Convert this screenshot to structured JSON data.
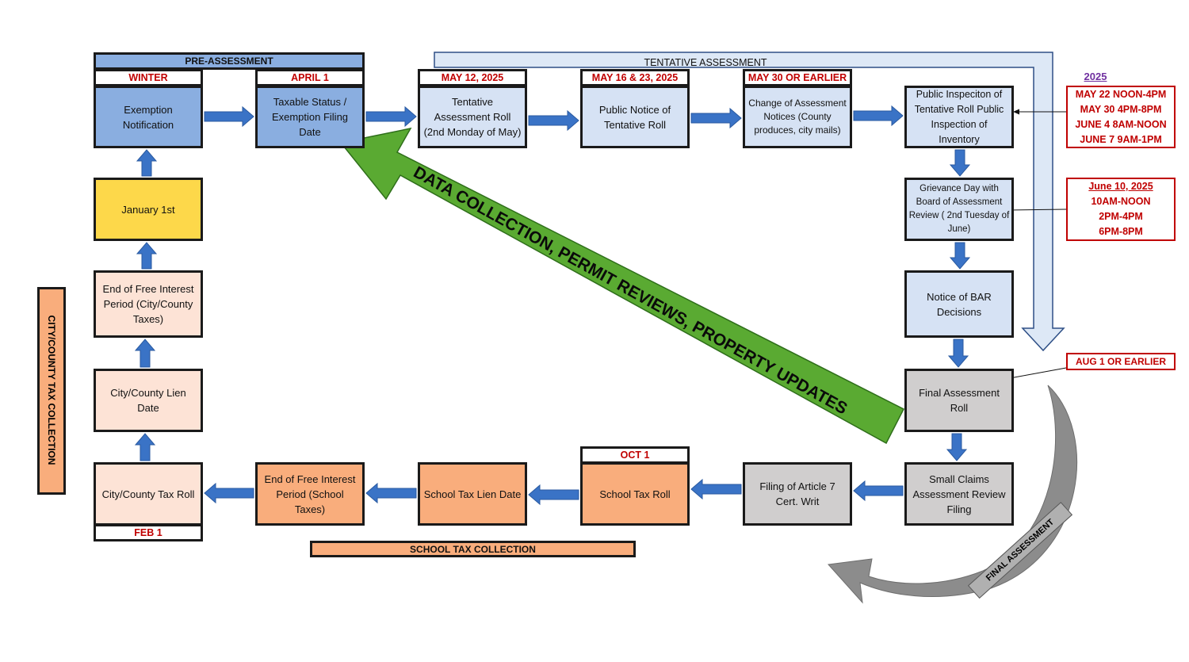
{
  "bands": {
    "pre_assessment": "PRE-ASSESSMENT",
    "tentative_assessment": "TENTATIVE ASSESSMENT",
    "school_tax_collection": "SCHOOL TAX COLLECTION",
    "city_county_tax_collection": "CITY/COUNTY TAX COLLECTION",
    "final_assessment": "FINAL ASSESSMENT",
    "data_collection": "DATA COLLECTION, PERMIT REVIEWS, PROPERTY UPDATES"
  },
  "date_labels": {
    "winter": "WINTER",
    "april1": "APRIL 1",
    "may12": "MAY 12, 2025",
    "may16": "MAY 16 & 23, 2025",
    "may30": "MAY 30 OR EARLIER",
    "oct1": "OCT 1",
    "feb1": "FEB 1",
    "aug1": "AUG 1 OR EARLIER"
  },
  "steps": {
    "exemption_notification": "Exemption Notification",
    "taxable_status": "Taxable Status / Exemption Filing Date",
    "tentative_roll": "Tentative Assessment Roll (2nd Monday of May)",
    "public_notice": "Public Notice of Tentative Roll",
    "change_notices": "Change of Assessment Notices (County produces, city mails)",
    "public_inspection": "Public Inspeciton of Tentative Roll Public Inspection of Inventory",
    "grievance_day": "Grievance Day with Board of Assessment Review ( 2nd Tuesday of June)",
    "bar_decisions": "Notice of BAR Decisions",
    "final_roll": "Final Assessment Roll",
    "small_claims": "Small Claims Assessment Review Filing",
    "article7": "Filing of Article 7 Cert. Writ",
    "school_tax_roll": "School Tax Roll",
    "school_lien": "School Tax Lien Date",
    "free_interest_school": "End of Free Interest Period (School Taxes)",
    "city_tax_roll": "City/County Tax Roll",
    "city_lien": "City/County Lien Date",
    "free_interest_city": "End of Free Interest Period (City/County Taxes)",
    "january1": "January 1st"
  },
  "inspection_schedule": {
    "title": "2025",
    "lines": [
      "MAY 22 NOON-4PM",
      "MAY 30 4PM-8PM",
      "JUNE 4 8AM-NOON",
      "JUNE 7 9AM-1PM"
    ]
  },
  "grievance_schedule": {
    "title": "June 10, 2025",
    "lines": [
      "10AM-NOON",
      "2PM-4PM",
      "6PM-8PM"
    ]
  },
  "colors": {
    "flow_arrow": "#3a73c6",
    "data_arrow": "#5aaa32",
    "final_arrow": "#8c8c8c",
    "deadline_red": "#c00000"
  }
}
